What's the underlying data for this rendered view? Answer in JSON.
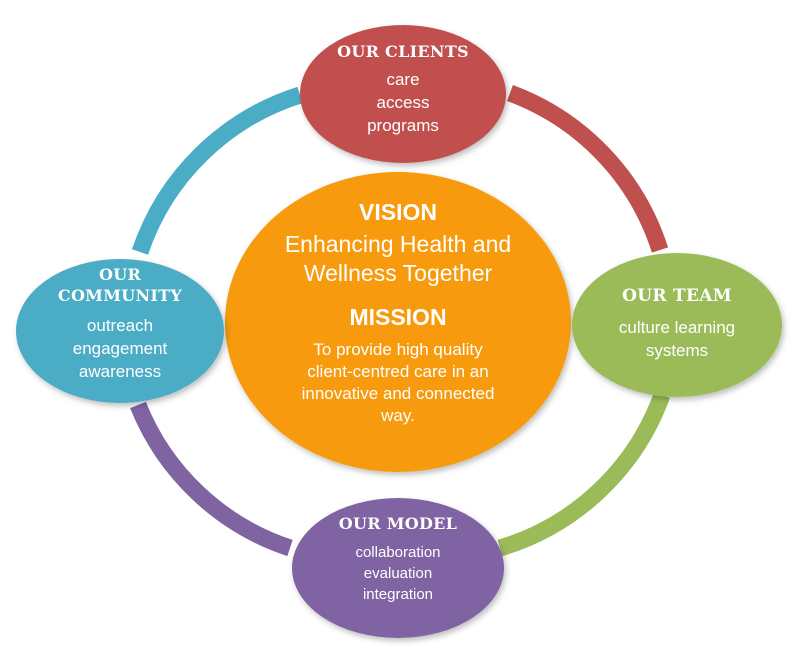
{
  "colors": {
    "clients": "#c0504d",
    "team": "#9bbb59",
    "model": "#8064a2",
    "community": "#4bacc6",
    "center": "#f79a07"
  },
  "center": {
    "vision_heading": "VISION",
    "vision_line1": "Enhancing Health and",
    "vision_line2": "Wellness Together",
    "mission_heading": "MISSION",
    "mission_line1": "To provide high quality",
    "mission_line2": "client-centred care in an",
    "mission_line3": "innovative and connected",
    "mission_line4": "way."
  },
  "clients": {
    "heading": "OUR CLIENTS",
    "item1": "care",
    "item2": "access",
    "item3": "programs"
  },
  "team": {
    "heading": "OUR TEAM",
    "item1": "culture learning",
    "item2": "systems"
  },
  "model": {
    "heading": "OUR MODEL",
    "item1": "collaboration",
    "item2": "evaluation",
    "item3": "integration"
  },
  "community": {
    "heading_line1": "OUR",
    "heading_line2": "COMMUNITY",
    "item1": "outreach",
    "item2": "engagement",
    "item3": "awareness"
  }
}
